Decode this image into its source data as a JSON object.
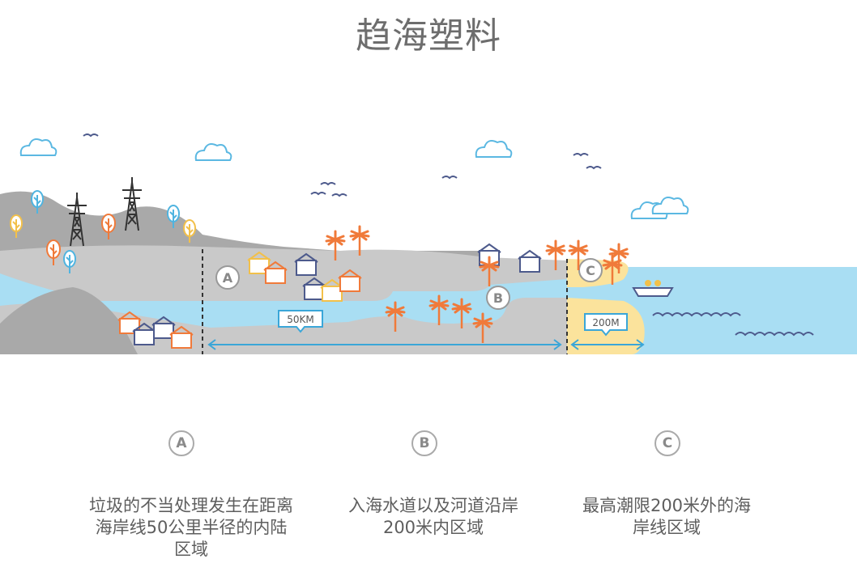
{
  "title": "趋海塑料",
  "map_labels": {
    "a": "A",
    "b": "B",
    "c": "C"
  },
  "distances": {
    "inland": "50KM",
    "coast": "200M"
  },
  "legend": [
    {
      "badge": "A",
      "text": "垃圾的不当处理发生在距离海岸线50公里半径的内陆区域"
    },
    {
      "badge": "B",
      "text": "入海水道以及河道沿岸200米内区域"
    },
    {
      "badge": "C",
      "text": "最高潮限200米外的海岸线区域"
    }
  ],
  "colors": {
    "land": "#c9c9c9",
    "hills": "#a9a9a9",
    "water": "#a9def3",
    "beach": "#fbe39c",
    "tree_orange": "#f07a3a",
    "accent_blue": "#3aa6d8"
  }
}
